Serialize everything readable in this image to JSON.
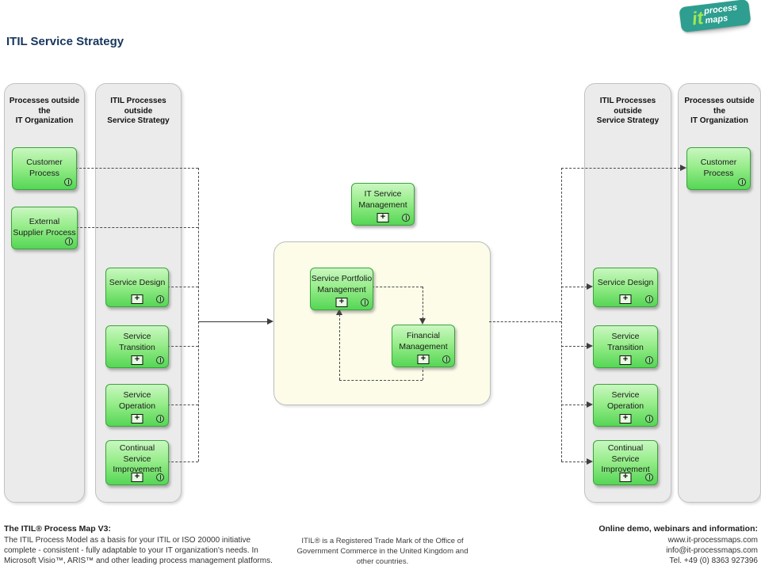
{
  "title": "ITIL Service Strategy",
  "logo": {
    "it": "it",
    "words": "process\nmaps"
  },
  "colors": {
    "title_navy": "#17365D",
    "box_green_top": "#C9F7C1",
    "box_green_bottom": "#55D655",
    "box_border_green": "#3AA43A",
    "lane_gray": "#EBEBEB",
    "center_cream": "#FCFCE9",
    "connector_gray": "#4A4A4A",
    "logo_teal": "#2D9E8F",
    "logo_lime": "#9FE855"
  },
  "lanes": [
    {
      "header": "Processes outside the\nIT Organization",
      "boxes": [
        {
          "label": "Customer\nProcess"
        },
        {
          "label": "External\nSupplier Process"
        }
      ]
    },
    {
      "header": "ITIL Processes outside\nService Strategy",
      "boxes": [
        {
          "label": "Service Design"
        },
        {
          "label": "Service\nTransition"
        },
        {
          "label": "Service\nOperation"
        },
        {
          "label": "Continual\nService\nImprovement"
        }
      ]
    },
    {
      "header": "ITIL Processes outside\nService Strategy",
      "boxes": [
        {
          "label": "Service Design"
        },
        {
          "label": "Service\nTransition"
        },
        {
          "label": "Service\nOperation"
        },
        {
          "label": "Continual\nService\nImprovement"
        }
      ]
    },
    {
      "header": "Processes outside the\nIT Organization",
      "boxes": [
        {
          "label": "Customer\nProcess"
        }
      ]
    }
  ],
  "center": {
    "it_service_management": "IT Service\nManagement",
    "service_portfolio_management": "Service Portfolio\nManagement",
    "financial_management": "Financial\nManagement"
  },
  "footer": {
    "left_heading": "The ITIL® Process Map V3:",
    "left_body": "The ITIL Process Model as a basis for your ITIL or ISO 20000 initiative\ncomplete - consistent - fully adaptable to your IT organization's needs. In\nMicrosoft Visio™, ARIS™ and other leading process management platforms.",
    "center_note": "ITIL® is a Registered Trade Mark of the Office of\nGovernment Commerce in the United Kingdom and\nother countries.",
    "right_heading": "Online demo, webinars and information:",
    "right_lines": "www.it-processmaps.com\ninfo@it-processmaps.com\nTel. +49 (0) 8363 927396"
  }
}
